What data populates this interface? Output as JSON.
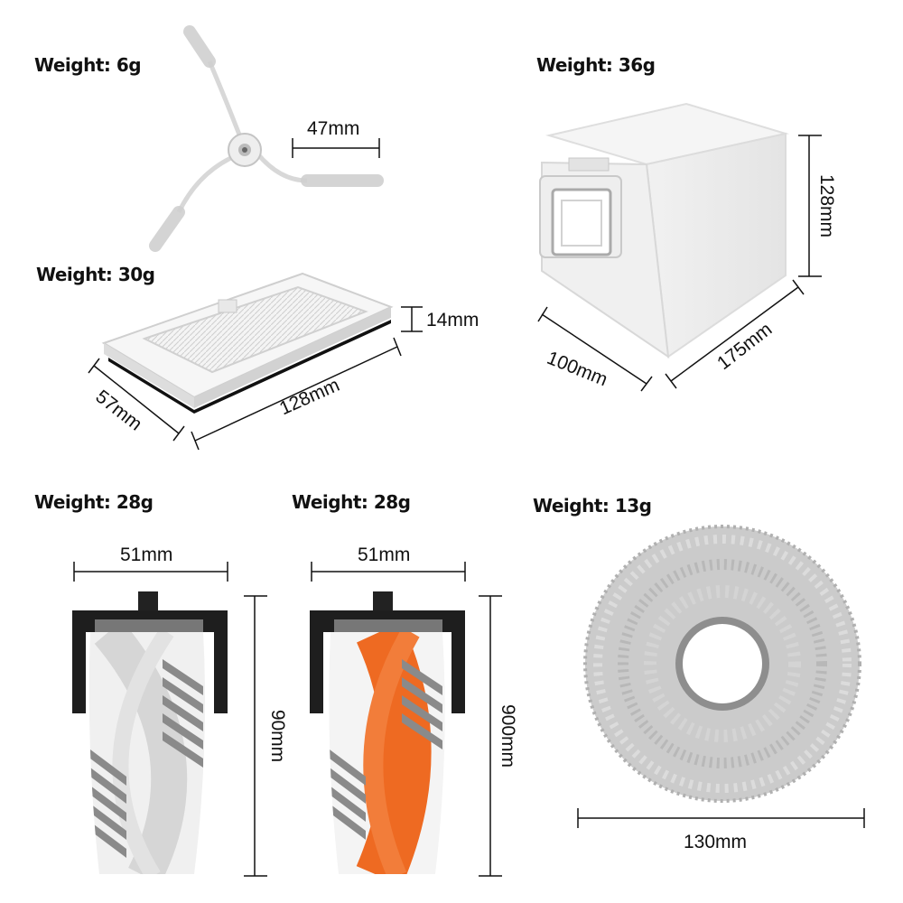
{
  "products": {
    "side_brush": {
      "weight": "Weight: 6g",
      "width": "47mm"
    },
    "filter": {
      "weight": "Weight: 30g",
      "height": "14mm",
      "depth": "57mm",
      "length": "128mm"
    },
    "dust_bag": {
      "weight": "Weight: 36g",
      "height": "128mm",
      "depth": "100mm",
      "length": "175mm"
    },
    "main_brush_gray": {
      "weight": "Weight: 28g",
      "width": "51mm",
      "height": "90mm"
    },
    "main_brush_orange": {
      "weight": "Weight: 28g",
      "width": "51mm",
      "height": "900mm"
    },
    "mop_pad": {
      "weight": "Weight: 13g",
      "diameter": "130mm"
    }
  },
  "colors": {
    "orange_roller": "#ee6a22",
    "gray_roller": "#e6e6e6",
    "mop": "#c8c8c8",
    "bracket": "#222222"
  }
}
